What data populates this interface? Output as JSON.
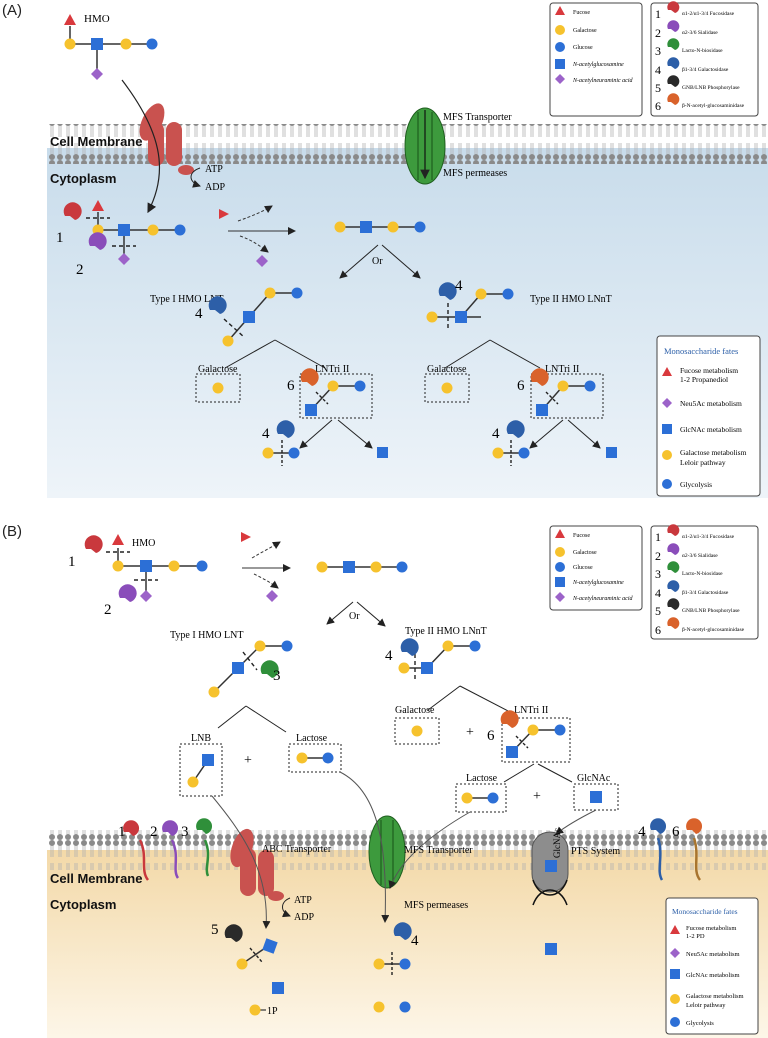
{
  "panel_a": {
    "label": "(A)",
    "hmo_label": "HMO",
    "membrane_label": "Cell Membrane",
    "cytoplasm_label": "Cytoplasm",
    "atp": "ATP",
    "adp": "ADP",
    "mfs_transporter": "MFS Transporter",
    "mfs_permeases": "MFS permeases",
    "or": "Or",
    "type1": "Type I HMO LNT",
    "type2": "Type II HMO LNnT",
    "galactose_box": "Galactose",
    "lntri_box": "LNTri II",
    "num_1": "1",
    "num_2": "2",
    "num_4": "4",
    "num_6": "6"
  },
  "panel_b": {
    "label": "(B)",
    "hmo_label": "HMO",
    "membrane_label": "Cell Membrane",
    "cytoplasm_label": "Cytoplasm",
    "atp": "ATP",
    "adp": "ADP",
    "abc_transporter": "ABC Transporter",
    "mfs_transporter": "MFS Transporter",
    "mfs_permeases": "MFS permeases",
    "pts_system": "PTS System",
    "glcnac_in_pts": "GlcNAc",
    "or": "Or",
    "type1": "Type I HMO LNT",
    "type2": "Type II HMO LNnT",
    "lnb_box": "LNB",
    "lactose_box": "Lactose",
    "galactose_box": "Galactose",
    "lntri_box": "LNTri II",
    "lactose_box2": "Lactose",
    "glcnac_box": "GlcNAc",
    "plus": "+",
    "one_p": "1P",
    "num_1": "1",
    "num_2": "2",
    "num_3": "3",
    "num_4": "4",
    "num_5": "5",
    "num_6": "6"
  },
  "legend_sugars": [
    {
      "name": "Fucose",
      "shape": "triangle",
      "color": "#d9393d"
    },
    {
      "name": "Galactose",
      "shape": "circle",
      "color": "#f6c22d"
    },
    {
      "name": "Glucose",
      "shape": "circle",
      "color": "#2c6fd6"
    },
    {
      "name": "N-acetylglucosamine",
      "shape": "square",
      "color": "#2c6fd6"
    },
    {
      "name": "N-acetylneuraminic acid",
      "shape": "diamond",
      "color": "#9c63c9"
    }
  ],
  "legend_enzymes": [
    {
      "num": "1",
      "name": "α1-2/α1-3/4 Fucosidase",
      "color": "#c9383d"
    },
    {
      "num": "2",
      "name": "α2-3/6 Sialidase",
      "color": "#8a4dba"
    },
    {
      "num": "3",
      "name": "Lacto-N-biosidase",
      "color": "#2f8f3a"
    },
    {
      "num": "4",
      "name": "β1-3/4 Galactosidase",
      "color": "#2d5fa8"
    },
    {
      "num": "5",
      "name": "GNB/LNB Phosphorylase",
      "color": "#2a2a2a"
    },
    {
      "num": "6",
      "name": "β-N-acetyl-glucosaminidase",
      "color": "#d9622b"
    }
  ],
  "fates": {
    "title": "Monosaccharide fates",
    "a_items": [
      "Fucose metabolism",
      "1-2 Propanediol",
      "Neu5Ac metabolism",
      "GlcNAc metabolism",
      "Galactose metabolism",
      "Leloir pathway",
      "Glycolysis"
    ],
    "b_items": [
      "Fucose metabolism",
      "1-2 PD",
      "Neu5Ac metabolism",
      "GlcNAc metabolism",
      "Galactose metabolism",
      "Leloir pathway",
      "Glycolysis"
    ]
  },
  "colors": {
    "fucose": "#d9393d",
    "galactose": "#f6c22d",
    "glucose": "#2c6fd6",
    "glcnac": "#2c6fd6",
    "neu5ac": "#9c63c9",
    "transporter_red": "#c9524f",
    "mfs_green": "#3d9a3d",
    "membrane": "#7a7a7a",
    "panel_a_bg": "#cfe0ec",
    "panel_b_bg": "#f6e3bf"
  }
}
